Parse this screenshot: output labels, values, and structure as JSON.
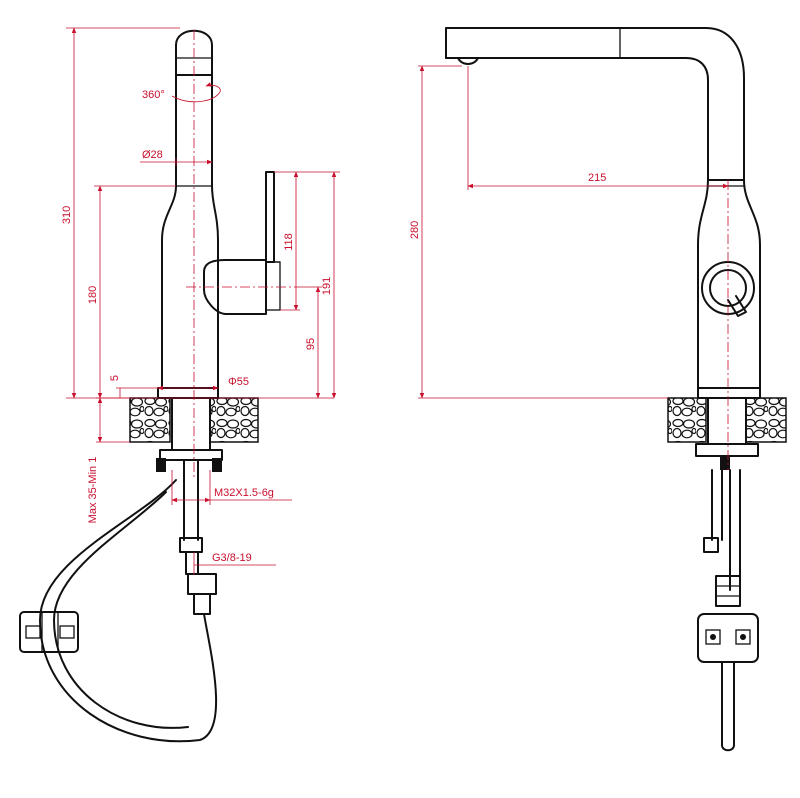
{
  "colors": {
    "ink": "#111111",
    "dimension": "#c8102e",
    "background": "#ffffff"
  },
  "dimensions": {
    "total_height": "310",
    "rotation": "360°",
    "spout_diameter": "Ø28",
    "body_height": "180",
    "handle_length": "118",
    "handle_top_height": "191",
    "handle_axis_height": "95",
    "base_gap": "5",
    "base_diameter": "Φ55",
    "deck_thickness": "Max 35-Min 1",
    "thread": "M32X1.5-6g",
    "inlet_thread": "G3/8-19",
    "spout_clearance": "280",
    "spout_reach": "215"
  }
}
